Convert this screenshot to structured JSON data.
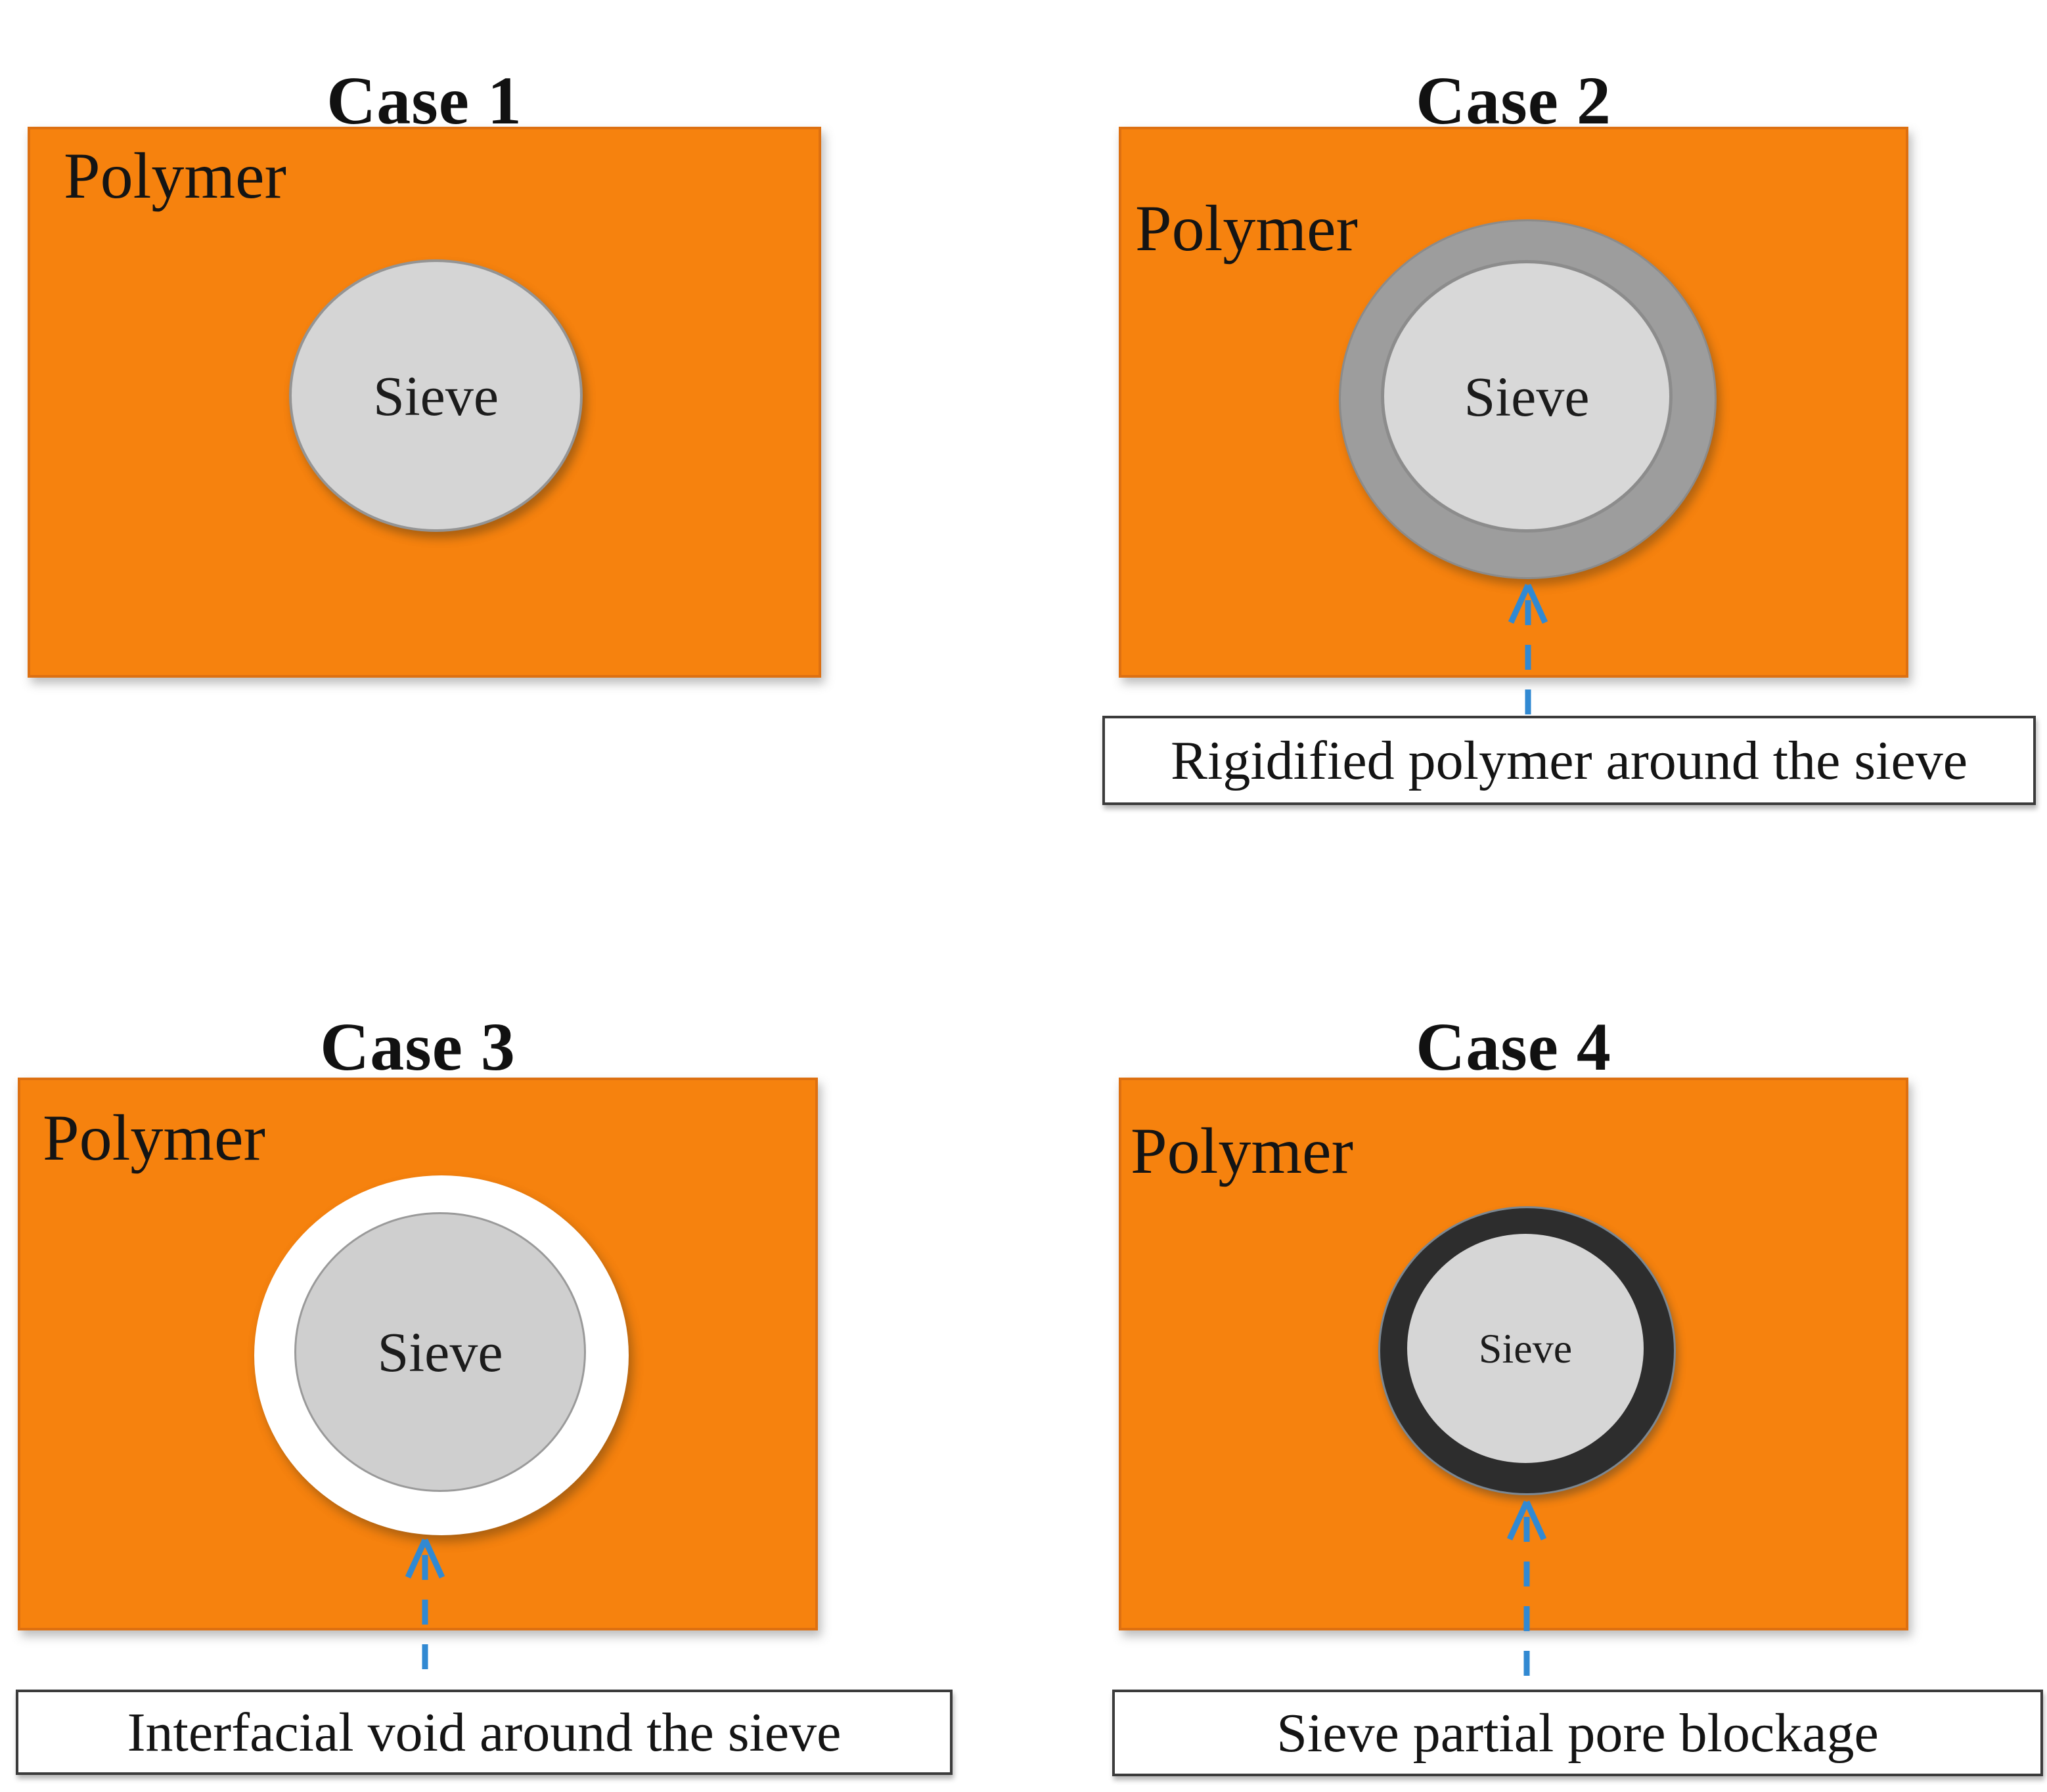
{
  "figure": {
    "panels": [
      {
        "id": "case-1",
        "title": "Case 1",
        "matrix_label": "Polymer",
        "sieve_label": "Sieve",
        "annotation": ""
      },
      {
        "id": "case-2",
        "title": "Case 2",
        "matrix_label": "Polymer",
        "sieve_label": "Sieve",
        "annotation": "Rigidified polymer around the sieve"
      },
      {
        "id": "case-3",
        "title": "Case 3",
        "matrix_label": "Polymer",
        "sieve_label": "Sieve",
        "annotation": "Interfacial void around the sieve"
      },
      {
        "id": "case-4",
        "title": "Case 4",
        "matrix_label": "Polymer",
        "sieve_label": "Sieve",
        "annotation": "Sieve partial pore blockage"
      }
    ]
  },
  "colors": {
    "polymer_orange": "#F6820E",
    "polymer_border": "#DD7011",
    "sieve_gray": "#D5D5D5",
    "sieve_border": "#949494",
    "rigidified_gray": "#9D9D9D",
    "void_white": "#FFFFFF",
    "blockage_dark": "#2D2D2D",
    "arrow_blue": "#3189D2",
    "note_border": "#3B3B3B",
    "text_black": "#111111"
  }
}
